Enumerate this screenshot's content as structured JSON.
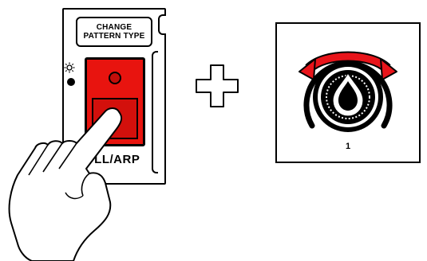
{
  "left_panel": {
    "change_label_line1": "CHANGE",
    "change_label_line2": "PATTERN TYPE",
    "button_label": "ROLL/ARP",
    "button_label_visible": "OLL/ARP"
  },
  "operator": "+",
  "knob": {
    "position_label": "1"
  },
  "colors": {
    "button_red": "#e8140f",
    "arrow_red": "#e8141a",
    "outline": "#000000"
  },
  "icons": [
    "sun-icon",
    "hand-icon",
    "plus-icon",
    "rotary-knob-icon",
    "rotation-arrow-icon"
  ]
}
